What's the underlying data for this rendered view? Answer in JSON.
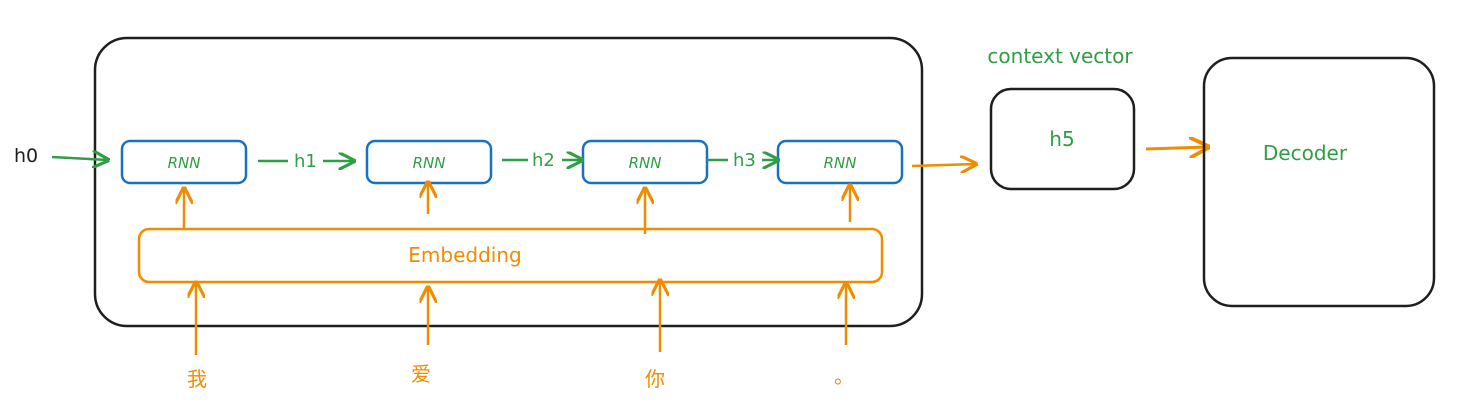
{
  "colors": {
    "stroke_dark": "#1e1e1e",
    "rnn_stroke": "#1971c2",
    "green": "#2f9e44",
    "orange": "#f08c00"
  },
  "input_state": "h0",
  "rnn_cells": [
    "RNN",
    "RNN",
    "RNN",
    "RNN"
  ],
  "hidden_states": [
    "h1",
    "h2",
    "h3"
  ],
  "embedding_label": "Embedding",
  "tokens": [
    "我",
    "爱",
    "你",
    "。"
  ],
  "context": {
    "caption": "context vector",
    "state": "h5"
  },
  "decoder_label": "Decoder"
}
